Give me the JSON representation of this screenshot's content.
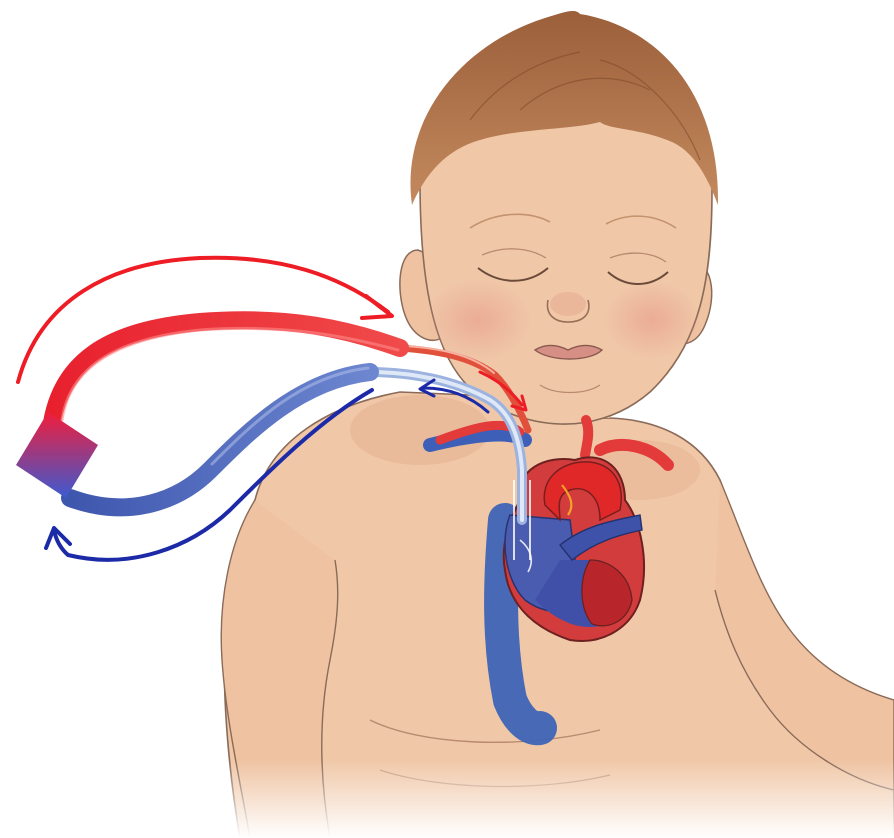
{
  "illustration": {
    "subject": "infant",
    "colors": {
      "skin": "#f0c8a8",
      "skin_shadow": "#d9a583",
      "outline": "#8a6a58",
      "hair": "#a86a42",
      "oxygenated": "#e8202e",
      "deoxygenated": "#4a63b8",
      "flow_arrow_red": "#ee1c24",
      "flow_arrow_blue": "#1c2aa8",
      "heart_wall": "#c83a3a",
      "background": "#ffffff"
    },
    "flow_arrows": [
      {
        "label": "",
        "color": "red",
        "direction": "to-patient"
      },
      {
        "label": "",
        "color": "blue",
        "direction": "from-patient"
      }
    ]
  }
}
